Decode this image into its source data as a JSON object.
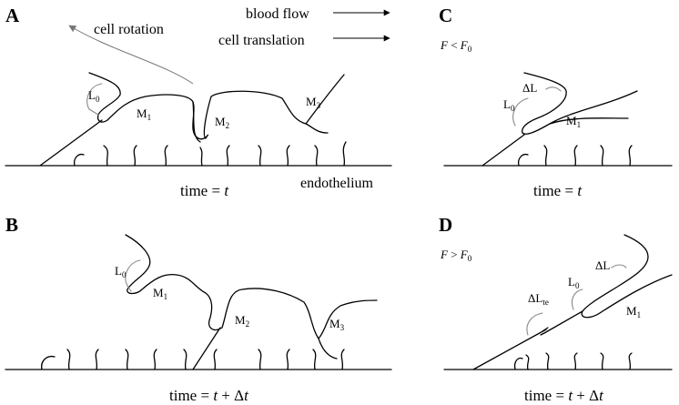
{
  "panels": {
    "A": {
      "letter": "A",
      "arc_label": "cell rotation",
      "legend": [
        {
          "text": "blood flow"
        },
        {
          "text": "cell translation"
        }
      ],
      "L0": {
        "base": "L",
        "sub": "0"
      },
      "cells": [
        {
          "base": "M",
          "sub": "1"
        },
        {
          "base": "M",
          "sub": "2"
        },
        {
          "base": "M",
          "sub": "3"
        }
      ],
      "caption": {
        "lhs": "time = ",
        "var": "t"
      },
      "surface_label": "endothelium"
    },
    "B": {
      "letter": "B",
      "L0": {
        "base": "L",
        "sub": "0"
      },
      "cells": [
        {
          "base": "M",
          "sub": "1"
        },
        {
          "base": "M",
          "sub": "2"
        },
        {
          "base": "M",
          "sub": "3"
        }
      ],
      "caption": {
        "lhs": "time = ",
        "var": "t",
        "op": " + Δ",
        "var2": "t"
      }
    },
    "C": {
      "letter": "C",
      "condition": {
        "var": "F",
        "op": " < ",
        "base": "F",
        "sub": "0"
      },
      "dL": "ΔL",
      "L0": {
        "base": "L",
        "sub": "0"
      },
      "cell": {
        "base": "M",
        "sub": "1"
      },
      "caption": {
        "lhs": "time = ",
        "var": "t"
      }
    },
    "D": {
      "letter": "D",
      "condition": {
        "var": "F",
        "op": " > ",
        "base": "F",
        "sub": "0"
      },
      "dL": "ΔL",
      "L0": {
        "base": "L",
        "sub": "0"
      },
      "dLte": {
        "base": "ΔL",
        "sub": "te"
      },
      "cell": {
        "base": "M",
        "sub": "1"
      },
      "caption": {
        "lhs": "time = ",
        "var": "t",
        "op": " + Δ",
        "var2": "t"
      }
    }
  }
}
